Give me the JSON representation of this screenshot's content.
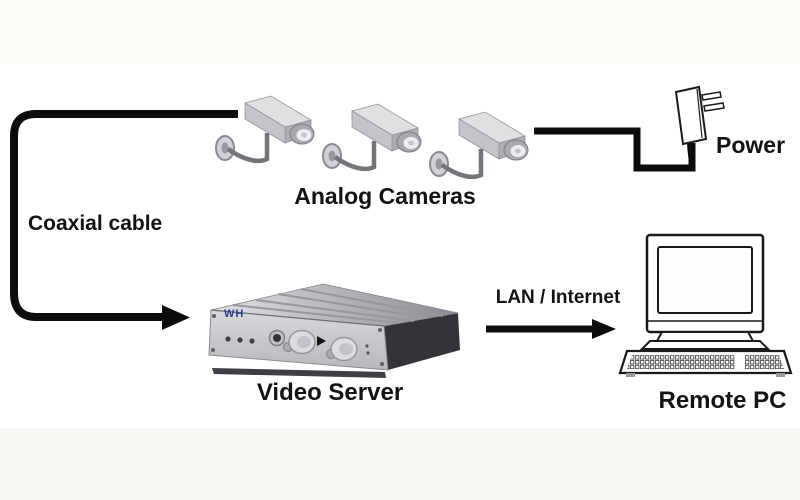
{
  "diagram": {
    "labels": {
      "coaxial_cable": "Coaxial cable",
      "analog_cameras": "Analog Cameras",
      "power": "Power",
      "lan_internet": "LAN / Internet",
      "video_server": "Video Server",
      "remote_pc": "Remote PC"
    },
    "video_server_logo": "WH",
    "nodes": [
      {
        "id": "analog-cameras",
        "label": "Analog Cameras",
        "icon": "cctv-camera-icon",
        "count": 3
      },
      {
        "id": "power-adapter",
        "label": "Power",
        "icon": "power-plug-icon"
      },
      {
        "id": "video-server",
        "label": "Video Server",
        "icon": "video-server-icon",
        "logo": "WH"
      },
      {
        "id": "remote-pc",
        "label": "Remote PC",
        "icon": "desktop-computer-icon"
      }
    ],
    "connections": [
      {
        "from": "analog-cameras",
        "to": "video-server",
        "label": "Coaxial cable",
        "style": "thick-black-arrow"
      },
      {
        "from": "analog-camera-3",
        "to": "power-adapter",
        "label": "Power",
        "style": "thick-black-line"
      },
      {
        "from": "video-server",
        "to": "remote-pc",
        "label": "LAN / Internet",
        "style": "thick-black-arrow"
      }
    ],
    "colors": {
      "line_black": "#0c0c0c",
      "text": "#131313",
      "logo_navy": "#2b3c86",
      "device_light_gray": "#cbcbcf",
      "device_dark_face": "#33333a",
      "background": "#ffffff"
    }
  }
}
